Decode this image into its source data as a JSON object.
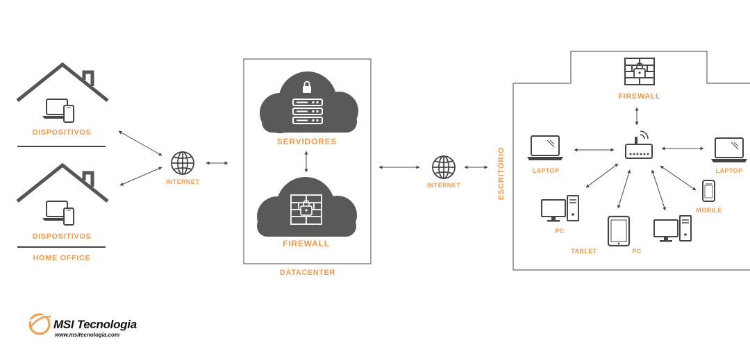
{
  "home": {
    "devices_label_1": "DISPOSITIVOS",
    "devices_label_2": "DISPOSITIVOS",
    "group_label": "HOME OFFICE"
  },
  "internet": {
    "label_left": "INTERNET",
    "label_right": "INTERNET"
  },
  "datacenter": {
    "servers_label": "SERVIDORES",
    "firewall_label": "FIREWALL",
    "group_label": "DATACENTER"
  },
  "office": {
    "vertical_label": "ESCRITÓRIO",
    "firewall_label": "FIREWALL",
    "laptop_left_label": "LAPTOP",
    "laptop_right_label": "LAPTOP",
    "pc_left_label": "PC",
    "tablet_label": "TABLET",
    "pc_right_label": "PC",
    "mobile_label": "MOBILE"
  },
  "brand": {
    "name": "MSI Tecnologia",
    "url": "www.msitecnologia.com"
  },
  "colors": {
    "accent": "#f39a4b",
    "dark": "#444444",
    "cloud": "#595959"
  }
}
